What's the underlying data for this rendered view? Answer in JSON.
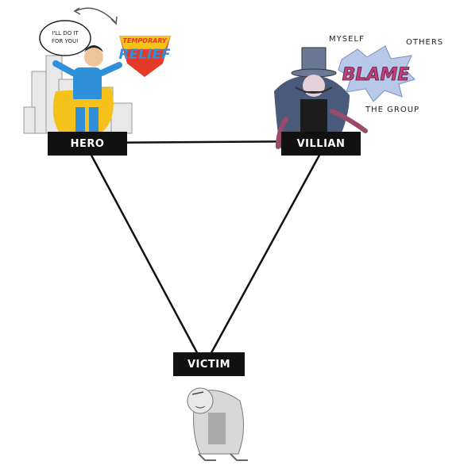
{
  "roles": {
    "hero": "HERO",
    "villain": "VILLIAN",
    "victim": "VICTIM"
  },
  "hero_art": {
    "speech_line1": "I'LL DO IT",
    "speech_line2": "FOR YOU!",
    "badge_line1": "TEMPORARY",
    "badge_line2": "RELIEF"
  },
  "villain_art": {
    "blame_word": "BLAME",
    "targets": [
      "MYSELF",
      "OTHERS",
      "THE GROUP"
    ]
  },
  "colors": {
    "label_bg": "#111111",
    "hero_blue": "#2f8fd8",
    "hero_yellow": "#f4c21a",
    "villain_cloak": "#4a5a7a",
    "blame_pink": "#c0407a",
    "badge_red": "#e53a2a",
    "victim_gray": "#9a9a9a"
  }
}
